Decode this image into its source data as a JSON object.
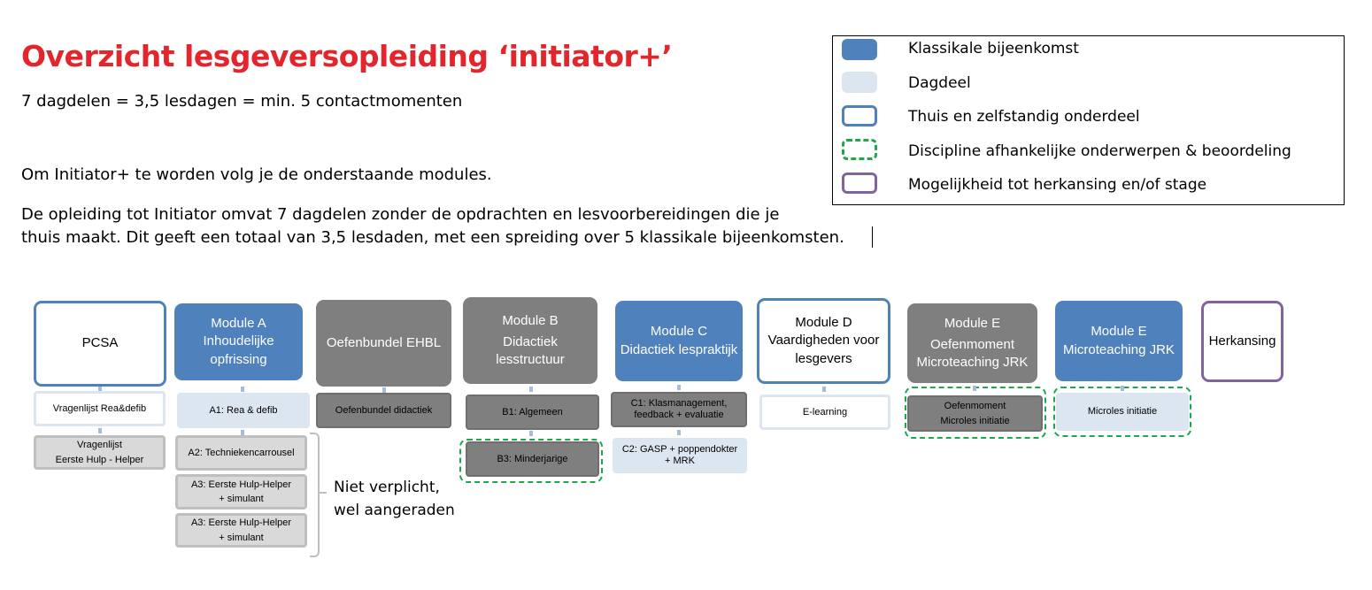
{
  "title": "Overzicht lesgeversopleiding ‘initiator+’",
  "subtitle": "7 dagdelen = 3,5 lesdagen = min. 5 contactmomenten",
  "intro": "Om Initiator+ te worden volg je de onderstaande modules.",
  "paragraph_line1": "De opleiding tot Initiator omvat 7 dagdelen zonder de opdrachten en lesvoorbereidingen die je",
  "paragraph_line2": "thuis maakt. Dit geeft een totaal van 3,5 lesdaden, met een spreiding over 5 klassikale bijeenkomsten.",
  "legend": [
    {
      "label": "Klassikale bijeenkomst",
      "color": "#4f81bd"
    },
    {
      "label": "Dagdeel",
      "color": "#dce6f1"
    },
    {
      "label": "Thuis en zelfstandig onderdeel",
      "color": "#4f81bd"
    },
    {
      "label": "Discipline afhankelijke onderwerpen & beoordeling",
      "color": "#1ea84a"
    },
    {
      "label": "Mogelijkheid tot herkansing en/of stage",
      "color": "#8064a2"
    }
  ],
  "modules": {
    "pcsa": {
      "title": "PCSA",
      "sub1": "Vragenlijst Rea&defib",
      "sub2a": "Vragenlijst",
      "sub2b": "Eerste Hulp - Helper"
    },
    "a": {
      "l1": "Module A",
      "l2": "Inhoudelijke",
      "l3": "opfrissing",
      "a1": "A1: Rea & defib",
      "a2": "A2: Techniekencarrousel",
      "a3": "A3: Eerste Hulp-Helper + simulant",
      "a3b": "A3: Eerste Hulp-Helper + simulant"
    },
    "ehbl": {
      "title": "Oefenbundel EHBL",
      "sub": "Oefenbundel didactiek"
    },
    "b": {
      "l1": "Module B",
      "l2": "Didactiek",
      "l3": "lesstructuur",
      "b1": "B1: Algemeen",
      "b3": "B3: Minderjarige"
    },
    "c": {
      "l1": "Module C",
      "l2": "Didactiek lespraktijk",
      "c1": "C1: Klasmanagement, feedback + evaluatie",
      "c2": "C2: GASP + poppendokter + MRK"
    },
    "d": {
      "l1": "Module D",
      "l2": "Vaardigheden voor lesgevers",
      "sub": "E-learning"
    },
    "e1": {
      "l1": "Module E",
      "l2": "Oefenmoment",
      "l3": "Microteaching JRK",
      "s1": "Oefenmoment",
      "s2": "Microles initiatie"
    },
    "e2": {
      "l1": "Module E",
      "l2": "Microteaching JRK",
      "sub": "Microles initiatie"
    },
    "herkansing": {
      "title": "Herkansing"
    }
  },
  "note_line1": "Niet verplicht,",
  "note_line2": "wel aangeraden"
}
